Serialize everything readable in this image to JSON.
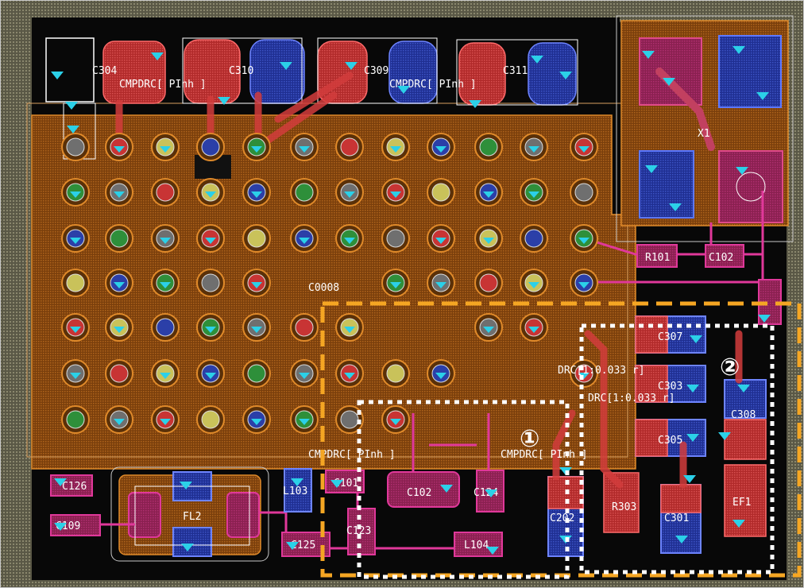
{
  "colors": {
    "background": "#000000",
    "board_grid": "#6d6a55",
    "copper_pour": "#8a4b10",
    "pour_edge": "#e08a2a",
    "top_pad": "#c83434",
    "bottom_pad": "#2b3fa8",
    "pink_trace": "#e0389a",
    "via_fill": "#2bd0e8",
    "highlight_orange": "#f5a623",
    "highlight_white": "#ffffff"
  },
  "labels": {
    "c304": "C304",
    "c310": "C310",
    "c309": "C309",
    "c311": "C311",
    "cmpdrc_a": "CMPDRC[ PInh ]",
    "cmpdrc_b": "CMPDRC[ PInh ]",
    "x1": "X1",
    "r101": "R101",
    "c102": "C102",
    "c0008": "C0008",
    "c307": "C307",
    "c303": "C303",
    "c308": "C308",
    "c305": "C305",
    "drc_a": "DRC[1:0.033 r]",
    "drc_b": "DRC[1:0.033 r]",
    "cmpdrc_bottom": "CMPDRC[ PInh ] ",
    "cmpdrc_bottom2": "CMPDRC[ PInh ]",
    "c126": "C126",
    "c109": "C109",
    "fl2": "FL2",
    "l103": "L103",
    "c101": "C101",
    "c102b": "C102",
    "c124": "C124",
    "c123": "C123",
    "c125": "C125",
    "l104": "L104",
    "c202": "C202",
    "r303": "R303",
    "c301": "C301",
    "ef1": "EF1"
  },
  "annotations": {
    "region1": "①",
    "region2": "②"
  }
}
